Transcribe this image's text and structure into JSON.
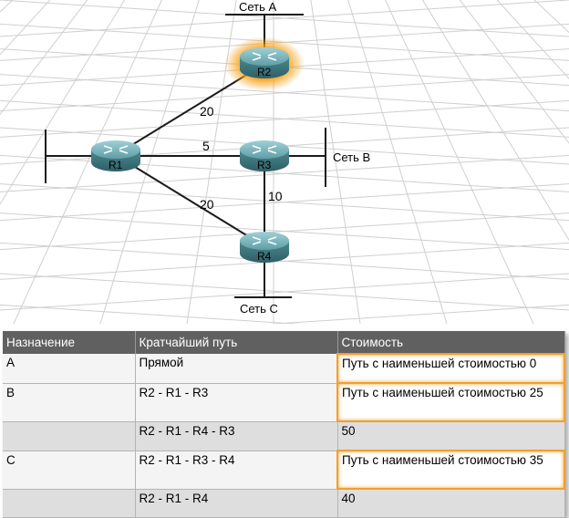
{
  "topology": {
    "routers": [
      {
        "id": "R1",
        "label": "R1"
      },
      {
        "id": "R2",
        "label": "R2",
        "highlighted": true
      },
      {
        "id": "R3",
        "label": "R3"
      },
      {
        "id": "R4",
        "label": "R4"
      }
    ],
    "networks": {
      "a": "Сеть A",
      "b": "Сеть B",
      "c": "Сеть C"
    },
    "links": [
      {
        "from": "R1",
        "to": "R2",
        "cost": "20"
      },
      {
        "from": "R1",
        "to": "R3",
        "cost": "5"
      },
      {
        "from": "R1",
        "to": "R4",
        "cost": "20"
      },
      {
        "from": "R3",
        "to": "R4",
        "cost": "10"
      }
    ],
    "colors": {
      "router_body": "#5e9aa2",
      "router_highlight": "#f7a21b",
      "link": "#1a1a1a",
      "grid": "#c8c8c8"
    }
  },
  "table": {
    "headers": [
      "Назначение",
      "Кратчайший путь",
      "Стоимость"
    ],
    "rows": [
      {
        "dest": "A",
        "path": "Прямой",
        "cost": "Путь с наименьшей стоимостью 0",
        "best": true
      },
      {
        "dest": "B",
        "path": "R2 - R1 - R3",
        "cost": "Путь с наименьшей стоимостью 25",
        "best": true
      },
      {
        "dest": "",
        "path": "R2 - R1 - R4 - R3",
        "cost": "50",
        "best": false
      },
      {
        "dest": "C",
        "path": "R2 - R1 - R3 - R4",
        "cost": "Путь с наименьшей стоимостью 35",
        "best": true
      },
      {
        "dest": "",
        "path": "R2 - R1 - R4",
        "cost": "40",
        "best": false
      }
    ],
    "colors": {
      "header_bg": "#606060",
      "highlight_border": "#f0a030"
    }
  }
}
